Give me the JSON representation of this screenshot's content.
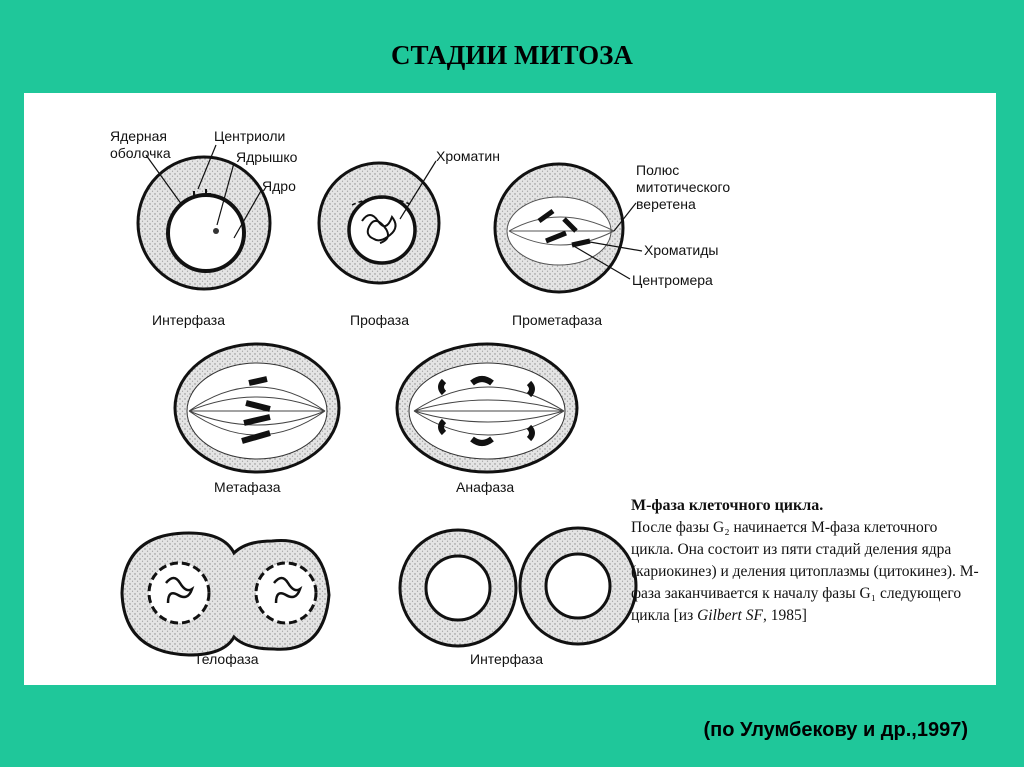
{
  "slide": {
    "title": "СТАДИИ МИТОЗА",
    "credit": "(по Улумбекову и др.,1997)"
  },
  "labels": {
    "nuclear_envelope_line1": "Ядерная",
    "nuclear_envelope_line2": "оболочка",
    "centrioles": "Центриоли",
    "nucleolus": "Ядрышко",
    "nucleus": "Ядро",
    "chromatin": "Хроматин",
    "spindle_pole_line1": "Полюс",
    "spindle_pole_line2": "митотического",
    "spindle_pole_line3": "веретена",
    "chromatids": "Хроматиды",
    "centromere": "Центромера"
  },
  "stages": {
    "interphase": "Интерфаза",
    "prophase": "Профаза",
    "prometaphase": "Прометафаза",
    "metaphase": "Метафаза",
    "anaphase": "Анафаза",
    "telophase": "Телофаза",
    "interphase2": "Интерфаза"
  },
  "description": {
    "heading": "М-фаза клеточного цикла.",
    "body": "После фазы G₂ начинается М-фаза клеточного цикла. Она состоит из пяти стадий деления ядра (кариокинез) и деления цитоплазмы (цитокинез). М-фаза заканчивается к началу фазы G₁ следующего цикла [из",
    "cite_author": "Gilbert SF",
    "cite_year": ", 1985]"
  },
  "colors": {
    "background": "#1fc79a",
    "panel": "#ffffff",
    "cell_fill": "#d9d9d9",
    "ink": "#111111"
  }
}
